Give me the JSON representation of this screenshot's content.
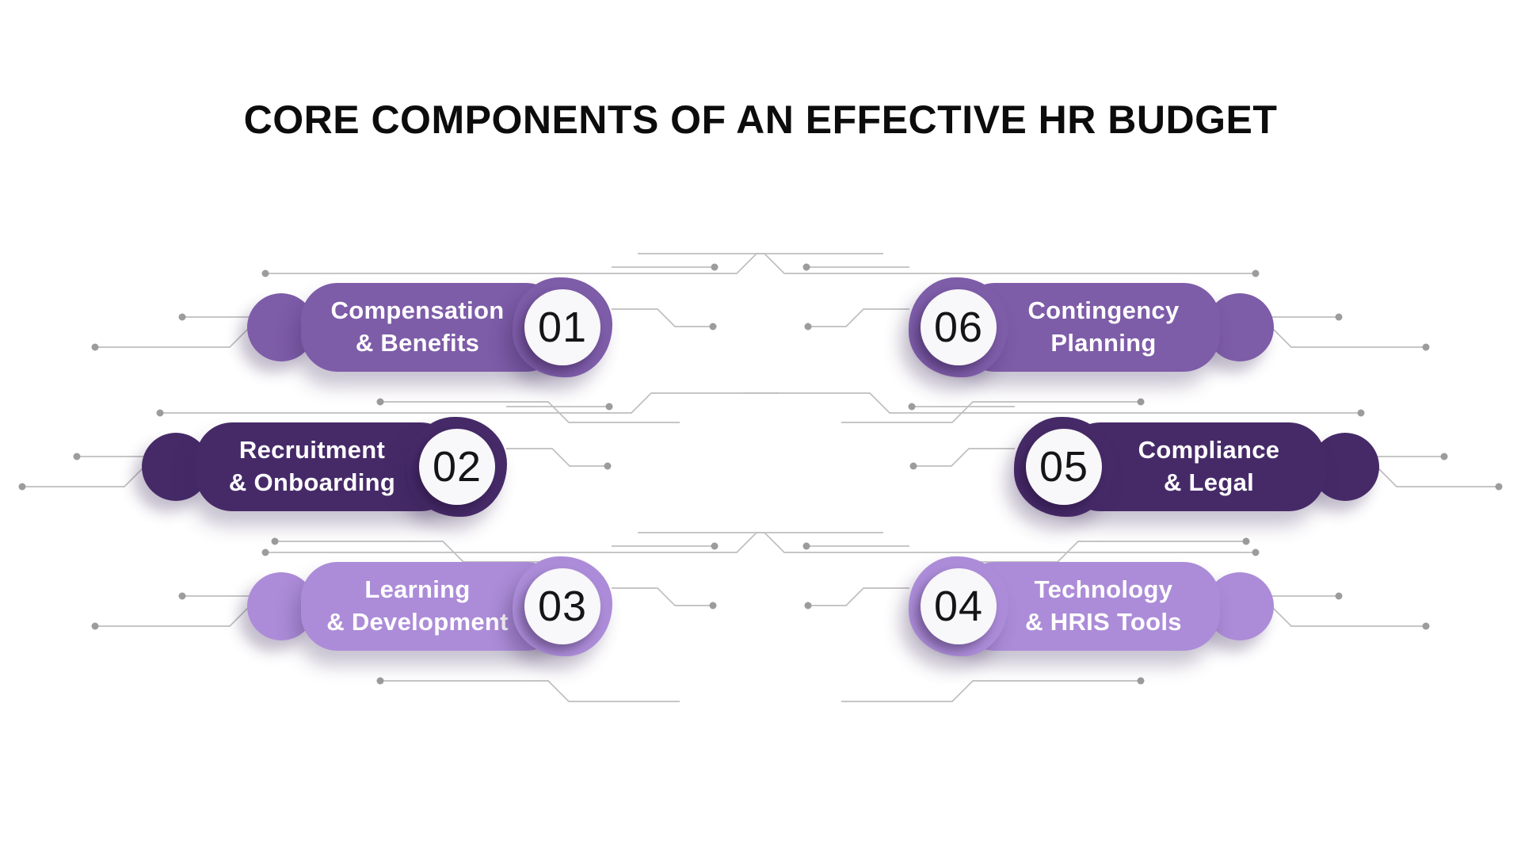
{
  "title": "CORE COMPONENTS OF AN EFFECTIVE HR BUDGET",
  "items": [
    {
      "number": "01",
      "line1": "Compensation",
      "line2": "& Benefits",
      "color": "medium"
    },
    {
      "number": "02",
      "line1": "Recruitment",
      "line2": "& Onboarding",
      "color": "dark"
    },
    {
      "number": "03",
      "line1": "Learning",
      "line2": "& Development",
      "color": "light"
    },
    {
      "number": "04",
      "line1": "Technology",
      "line2": "& HRIS Tools",
      "color": "light"
    },
    {
      "number": "05",
      "line1": "Compliance",
      "line2": "& Legal",
      "color": "dark"
    },
    {
      "number": "06",
      "line1": "Contingency",
      "line2": "Planning",
      "color": "medium"
    }
  ],
  "colors": {
    "medium": "#7D5CA8",
    "dark": "#462A68",
    "light": "#AC8CD8",
    "circle_fill": "#F8F7F9",
    "number": "#151515",
    "title": "#0C0C0C",
    "trace_line": "#BFBFBF",
    "trace_dot": "#9C9C9C",
    "background": "#FFFFFF"
  }
}
